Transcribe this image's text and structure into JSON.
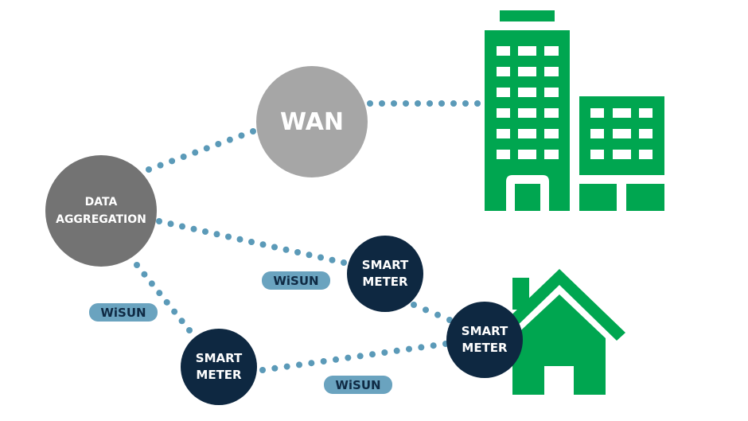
{
  "colors": {
    "green": "#00a650",
    "navy": "#0e2841",
    "gray_dark": "#737373",
    "gray_light": "#a6a6a6",
    "dots": "#5b9ab8",
    "pill": "#6aa3bf"
  },
  "nodes": {
    "wan": "WAN",
    "data_aggregation": [
      "DATA",
      "AGGREGATION"
    ],
    "smart_meter_1": [
      "SMART",
      "METER"
    ],
    "smart_meter_2": [
      "SMART",
      "METER"
    ],
    "smart_meter_3": [
      "SMART",
      "METER"
    ]
  },
  "links": {
    "wisun_1": "WiSUN",
    "wisun_2": "WiSUN",
    "wisun_3": "WiSUN"
  },
  "icons": [
    "office-building-icon",
    "house-icon"
  ]
}
